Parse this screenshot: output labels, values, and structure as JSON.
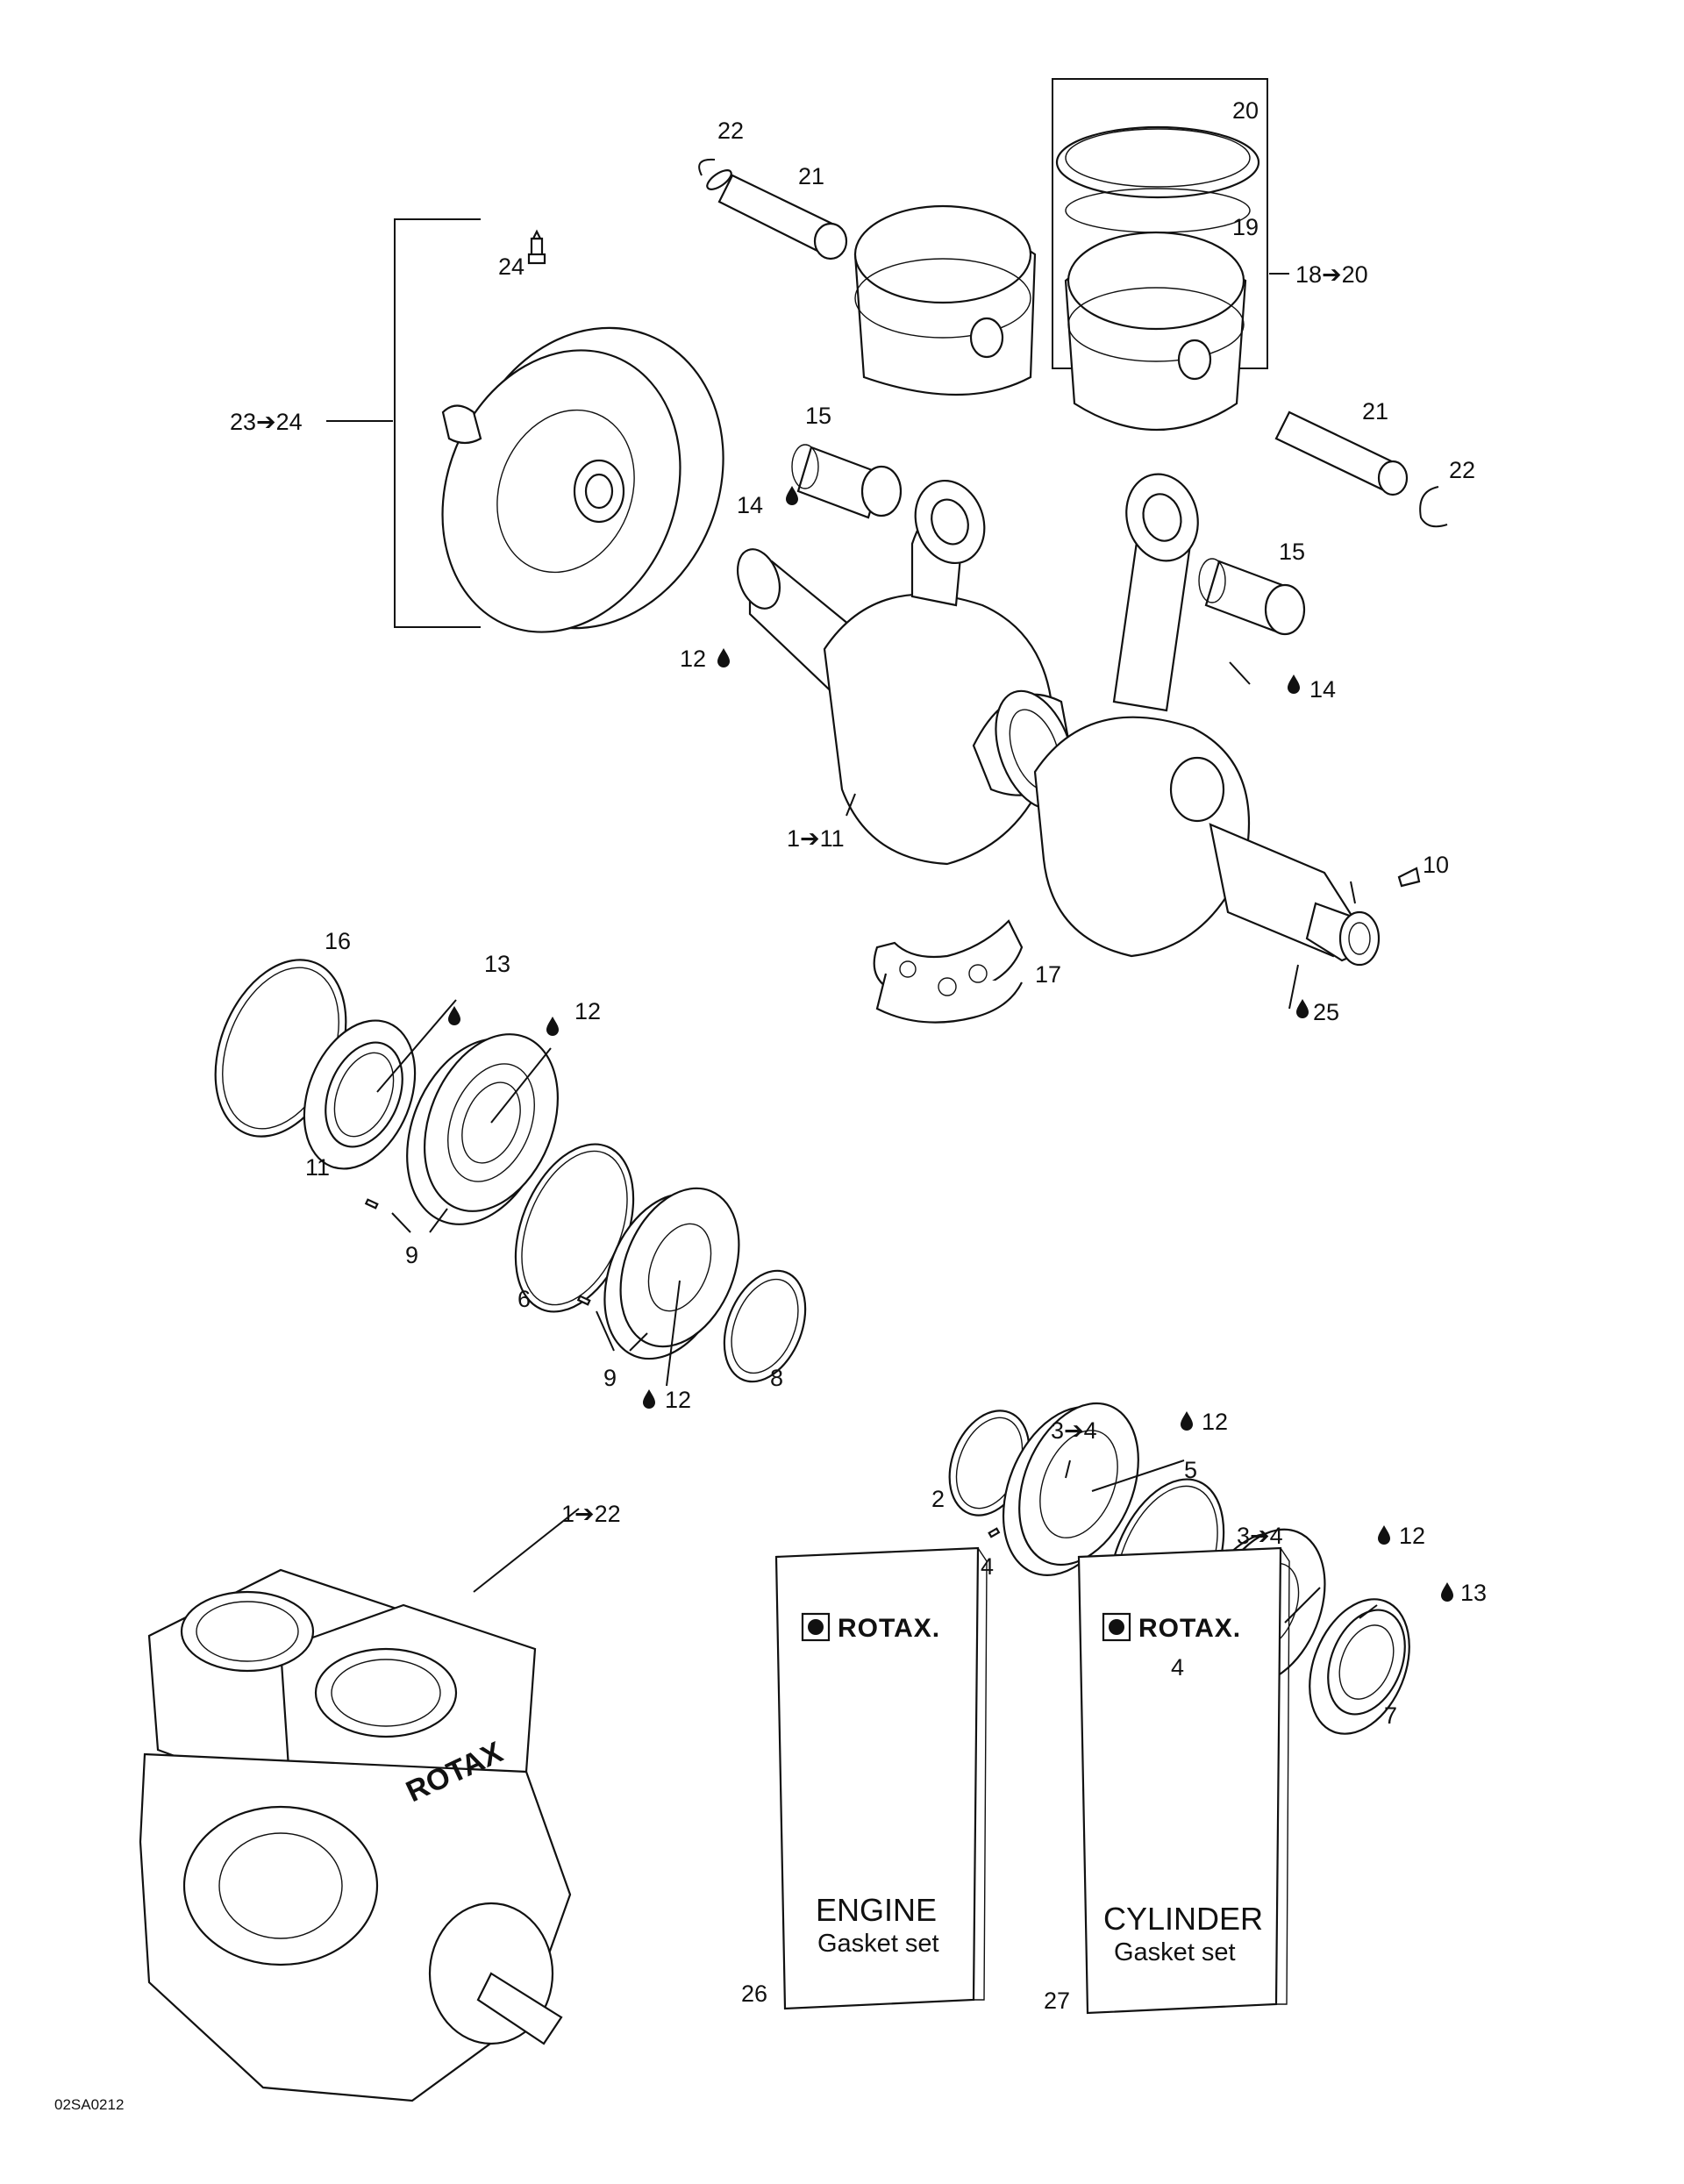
{
  "figure_code": "02SA0212",
  "callouts": {
    "c_22a": "22",
    "c_21a": "21",
    "c_20": "20",
    "c_19": "19",
    "c_18_20": "18➔20",
    "c_24": "24",
    "c_23_24": "23➔24",
    "c_21b": "21",
    "c_22b": "22",
    "c_15a": "15",
    "c_14a": "14",
    "c_15b": "15",
    "c_12a": "12",
    "c_14b": "14",
    "c_1_11": "1➔11",
    "c_10": "10",
    "c_17": "17",
    "c_25": "25",
    "c_16": "16",
    "c_13a": "13",
    "c_12b": "12",
    "c_11": "11",
    "c_9a": "9",
    "c_6": "6",
    "c_9b": "9",
    "c_12c": "12",
    "c_8": "8",
    "c_3_4a": "3➔4",
    "c_12d": "12",
    "c_5": "5",
    "c_2": "2",
    "c_4a": "4",
    "c_3_4b": "3➔4",
    "c_12e": "12",
    "c_4b": "4",
    "c_13b": "13",
    "c_7": "7",
    "c_1_22": "1➔22",
    "c_26": "26",
    "c_27": "27"
  },
  "packages": [
    {
      "brand": "ROTAX.",
      "title": "ENGINE",
      "subtitle": "Gasket set",
      "number_ref": "26"
    },
    {
      "brand": "ROTAX.",
      "title": "CYLINDER",
      "subtitle": "Gasket set",
      "number_ref": "27"
    }
  ],
  "engine_brand": "ROTAX"
}
